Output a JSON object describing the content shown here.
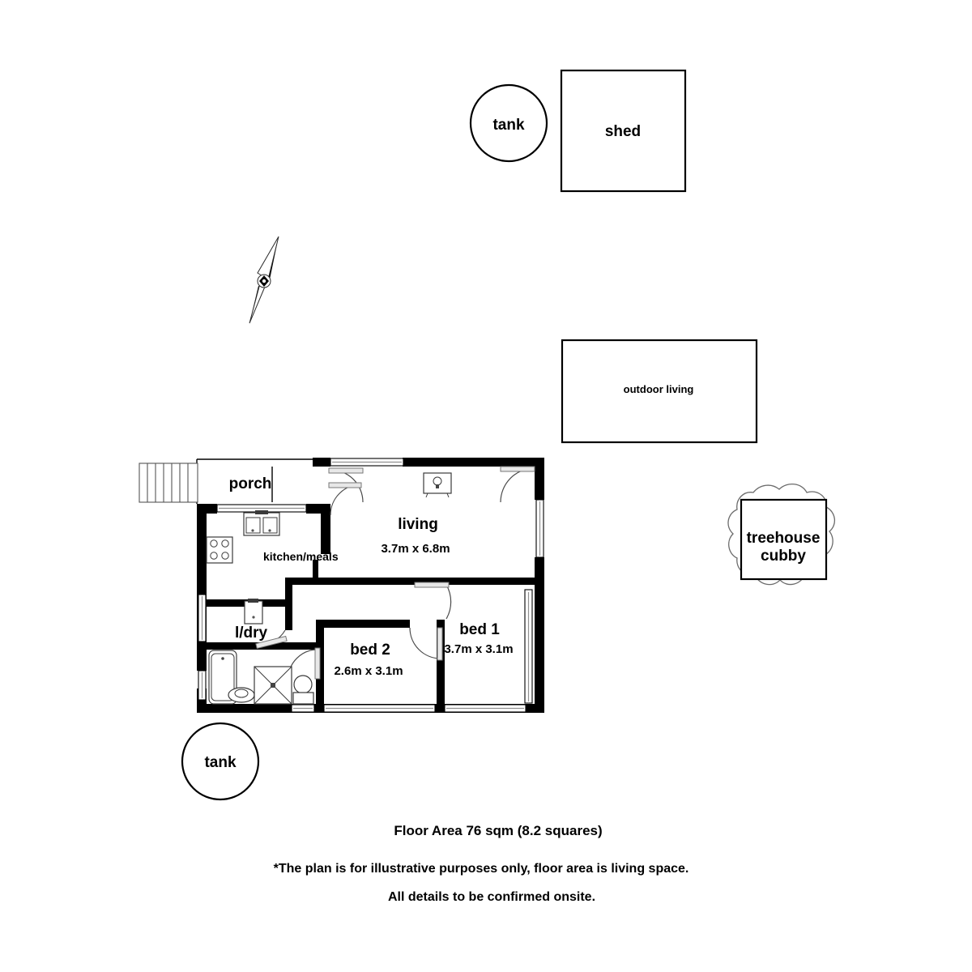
{
  "document": {
    "type": "residential-floor-plan",
    "footer": {
      "area_line": "Floor Area 76 sqm (8.2 squares)",
      "disclaimer_line_1": "*The plan is for illustrative purposes only, floor area is living space.",
      "disclaimer_line_2": "All details to be confirmed onsite."
    }
  },
  "site_features": [
    {
      "id": "tank-top",
      "label": "tank",
      "shape": "circle"
    },
    {
      "id": "shed",
      "label": "shed",
      "shape": "square"
    },
    {
      "id": "outdoor-living",
      "label": "outdoor living",
      "shape": "rectangle"
    },
    {
      "id": "treehouse",
      "label_line_1": "treehouse",
      "label_line_2": "cubby",
      "shape": "square-on-tree"
    },
    {
      "id": "tank-bottom",
      "label": "tank",
      "shape": "circle"
    }
  ],
  "compass": {
    "name": "north-arrow",
    "label": ""
  },
  "rooms": [
    {
      "id": "porch",
      "label": "porch",
      "dimensions": ""
    },
    {
      "id": "living",
      "label": "living",
      "dimensions": "3.7m x 6.8m"
    },
    {
      "id": "kitchen-meals",
      "label": "kitchen/meals",
      "dimensions": ""
    },
    {
      "id": "laundry",
      "label": "l/dry",
      "dimensions": ""
    },
    {
      "id": "bed-1",
      "label": "bed 1",
      "dimensions": "3.7m x 3.1m"
    },
    {
      "id": "bed-2",
      "label": "bed 2",
      "dimensions": "2.6m x 3.1m"
    }
  ],
  "fixtures": [
    {
      "id": "kitchen-sink",
      "name": "double-bowl-sink-icon"
    },
    {
      "id": "cooktop",
      "name": "cooktop-icon"
    },
    {
      "id": "heater",
      "name": "heater-icon"
    },
    {
      "id": "laundry-trough",
      "name": "laundry-trough-icon"
    },
    {
      "id": "bath",
      "name": "bathtub-icon"
    },
    {
      "id": "basin",
      "name": "basin-icon"
    },
    {
      "id": "shower",
      "name": "shower-icon"
    },
    {
      "id": "toilet",
      "name": "toilet-icon"
    },
    {
      "id": "entry-steps",
      "name": "steps-icon"
    }
  ],
  "colors": {
    "wall": "#000000",
    "background": "#ffffff",
    "fixture_stroke": "#3b3b3b",
    "tree_stroke": "#6b6b6b"
  }
}
